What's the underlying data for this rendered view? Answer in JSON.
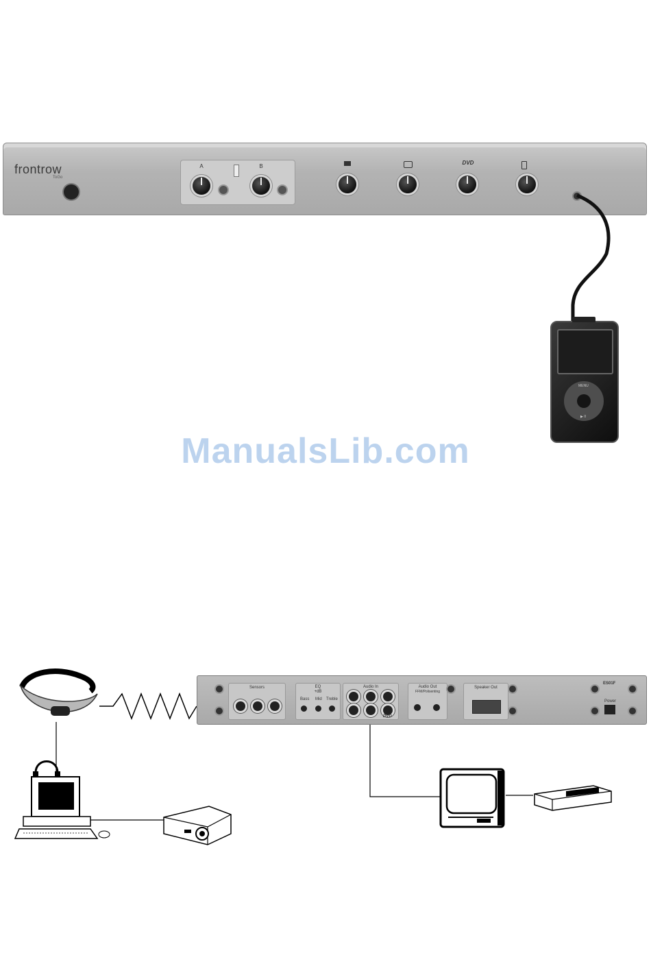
{
  "front_panel": {
    "brand": "frontrow",
    "brand_sub": "ToGo",
    "knob_a_label": "A",
    "knob_b_label": "B",
    "dvd_label": "DVD"
  },
  "ipod": {
    "menu_label": "MENU",
    "play_label": "▶ II"
  },
  "watermark": "ManualsLib.com",
  "rear_panel": {
    "sensors_label": "Sensors",
    "eq_label": "EQ",
    "eq_sub": "+dB",
    "bass_label": "Bass",
    "mid_label": "Mid",
    "treble_label": "Treble",
    "audio_in_label": "Audio In",
    "dvd_label": "DVD",
    "audio_out_label": "Audio Out",
    "audio_out_sub": "FFM/Polisenting",
    "speaker_out_label": "Speaker Out",
    "model": "ES01F",
    "power_label": "Power"
  }
}
